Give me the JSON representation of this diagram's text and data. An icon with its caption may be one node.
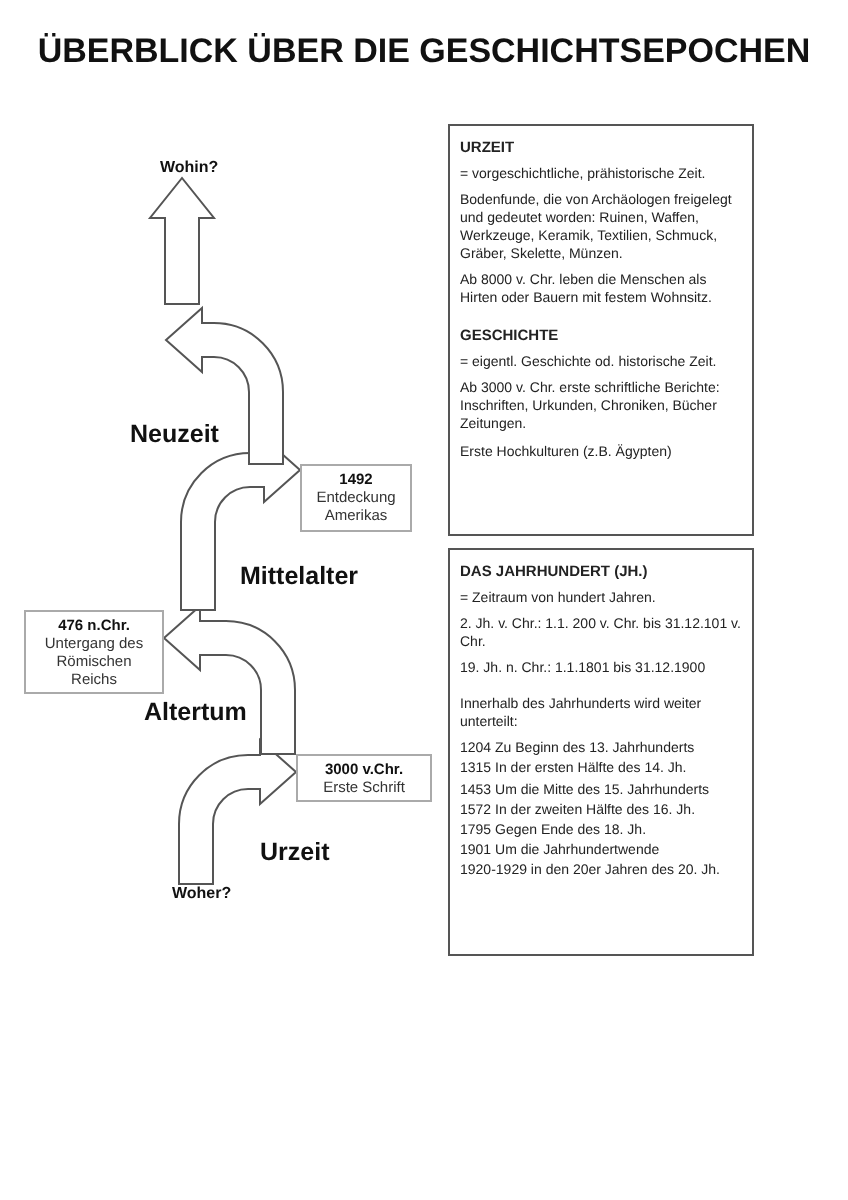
{
  "diagram": {
    "title": "ÜBERBLICK ÜBER DIE GESCHICHTSEPOCHEN",
    "nodes": [
      {
        "text": [
          "Wohin?"
        ]
      },
      {
        "text": [
          "1492",
          "Entdeckung Amerikas"
        ]
      },
      {
        "text": [
          "476 n.Chr.",
          "Untergang des Römischen Reichs"
        ]
      },
      {
        "text": [
          "3000 v.Chr.",
          "Erste Schrift"
        ]
      },
      {
        "text": [
          "Woher?"
        ]
      },
      {
        "text": [
          "URZEIT",
          "= vorgeschichtliche, prähistorische Zeit.",
          "Bodenfunde, die von Archäologen freigelegt und gedeutet worden: Ruinen, Waffen, Werkzeuge, Keramik, Textilien, Schmuck, Gräber, Skelette, Münzen.",
          "Ab 8000 v. Chr. leben die Menschen als Hirten oder Bauern mit festem Wohnsitz.",
          "GESCHICHTE",
          "= eigentl. Geschichte od. historische Zeit.",
          "Ab 3000 v. Chr. erste schriftliche Berichte: Inschriften, Urkunden, Chroniken, Bücher Zeitungen.",
          "Erste Hochkulturen (z.B. Ägypten)"
        ]
      },
      {
        "text": [
          "DAS JAHRHUNDERT (JH.)",
          "= Zeitraum von hundert Jahren.",
          "2. Jh. v. Chr.: 1.1. 200 v. Chr. bis 31.12.101 v. Chr.",
          "19. Jh. n. Chr.: 1.1.1801 bis 31.12.1900",
          "Innerhalb des Jahrhunderts wird weiter unterteilt:",
          "1204 Zu Beginn des 13. Jahrhunderts",
          "1315 In der ersten Hälfte des 14. Jh.",
          "1453 Um die Mitte des 15. Jahrhunderts",
          "1572 In der zweiten Hälfte des 16. Jh.",
          "1795 Gegen Ende des 18. Jh.",
          "1901 Um die Jahrhundertwende",
          "1920-1929 in den 20er Jahren des 20. Jh."
        ]
      }
    ],
    "edges": [
      {
        "from": 4,
        "to": 3,
        "arrow": "to"
      },
      {
        "from": 3,
        "to": 2,
        "arrow": "to"
      },
      {
        "from": 2,
        "to": 1,
        "arrow": "to"
      },
      {
        "from": 1,
        "to": null,
        "arrow": "to"
      },
      {
        "from": null,
        "to": 0,
        "arrow": "to"
      }
    ],
    "labels": [
      "Neuzeit",
      "Mittelalter",
      "Altertum",
      "Urzeit"
    ]
  }
}
